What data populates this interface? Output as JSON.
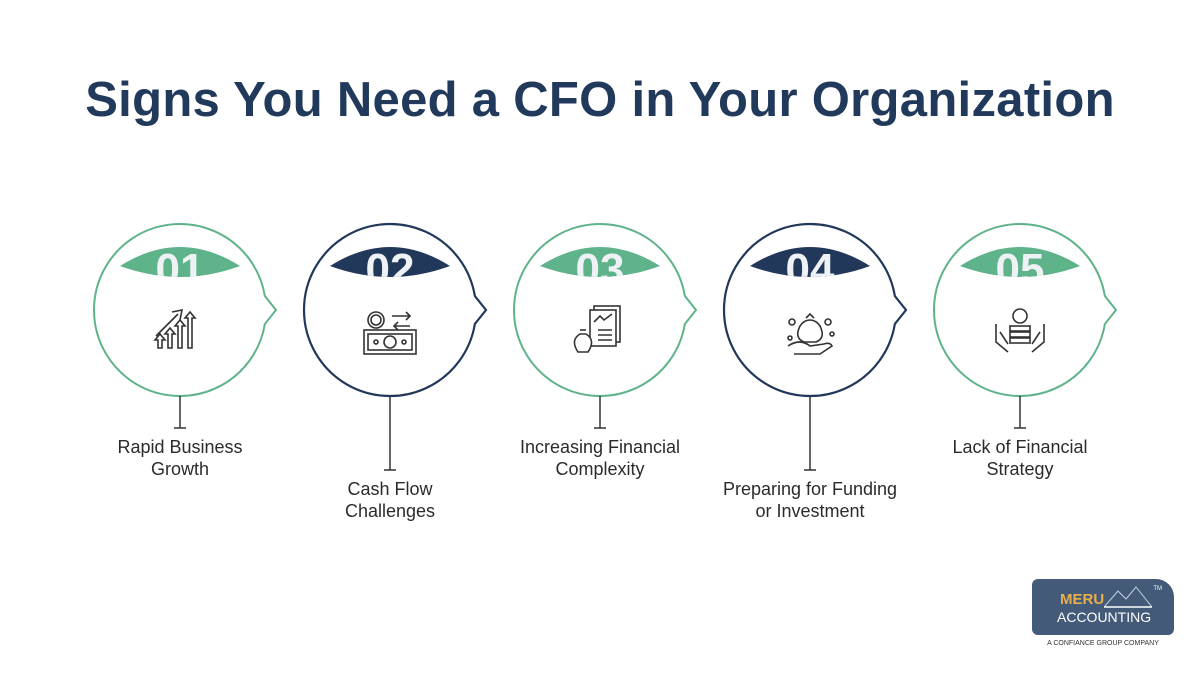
{
  "title": "Signs You Need a CFO in Your Organization",
  "colors": {
    "green": "#5fb38a",
    "navy": "#22385a",
    "title": "#213a5c"
  },
  "steps": [
    {
      "number": "01",
      "label_line1": "Rapid Business",
      "label_line2": "Growth",
      "style": "green",
      "icon": "growth-chart-icon"
    },
    {
      "number": "02",
      "label_line1": "Cash Flow",
      "label_line2": "Challenges",
      "style": "navy",
      "icon": "cash-flow-icon"
    },
    {
      "number": "03",
      "label_line1": "Increasing Financial",
      "label_line2": "Complexity",
      "style": "green",
      "icon": "financial-report-icon"
    },
    {
      "number": "04",
      "label_line1": "Preparing for Funding",
      "label_line2": "or Investment",
      "style": "navy",
      "icon": "funding-hand-icon"
    },
    {
      "number": "05",
      "label_line1": "Lack of Financial",
      "label_line2": "Strategy",
      "style": "green",
      "icon": "coin-hands-icon"
    }
  ],
  "logo": {
    "line1": "MERU",
    "line2": "ACCOUNTING",
    "tm": "TM",
    "tagline": "A CONFIANCE GROUP COMPANY"
  }
}
